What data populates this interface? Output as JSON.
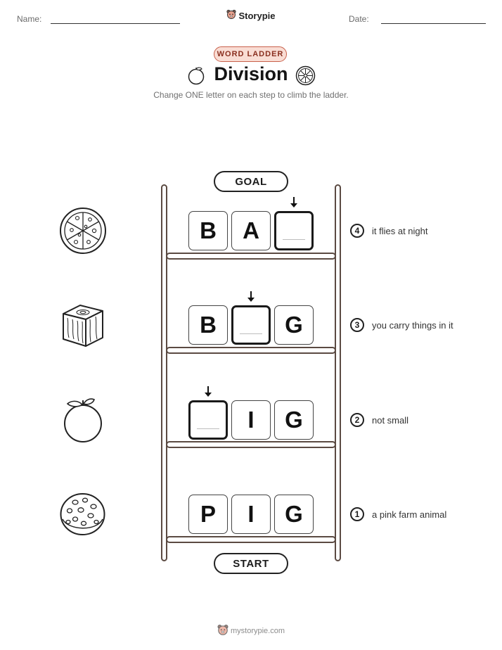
{
  "header": {
    "name_label": "Name:",
    "date_label": "Date:",
    "brand": "Storypie",
    "brand_icon": "bear-mascot-icon"
  },
  "worksheet": {
    "badge": "WORD LADDER",
    "title": "Division",
    "title_icons": [
      "orange-icon",
      "orange-slice-icon"
    ],
    "instructions": "Change ONE letter on each step to climb the ladder.",
    "goal_label": "GOAL",
    "start_label": "START"
  },
  "steps": [
    {
      "number": "4",
      "clue": "it flies at night",
      "picture": "pizza-icon",
      "letters": [
        "B",
        "A",
        ""
      ],
      "blank_index": 2
    },
    {
      "number": "3",
      "clue": "you carry things in it",
      "picture": "wood-cube-icon",
      "letters": [
        "B",
        "",
        "G"
      ],
      "blank_index": 1
    },
    {
      "number": "2",
      "clue": "not small",
      "picture": "orange-icon",
      "letters": [
        "",
        "I",
        "G"
      ],
      "blank_index": 0
    },
    {
      "number": "1",
      "clue": "a pink farm animal",
      "picture": "cookie-icon",
      "letters": [
        "P",
        "I",
        "G"
      ],
      "blank_index": null
    }
  ],
  "footer": {
    "site": "mystorypie.com",
    "icon": "bear-mascot-icon"
  }
}
